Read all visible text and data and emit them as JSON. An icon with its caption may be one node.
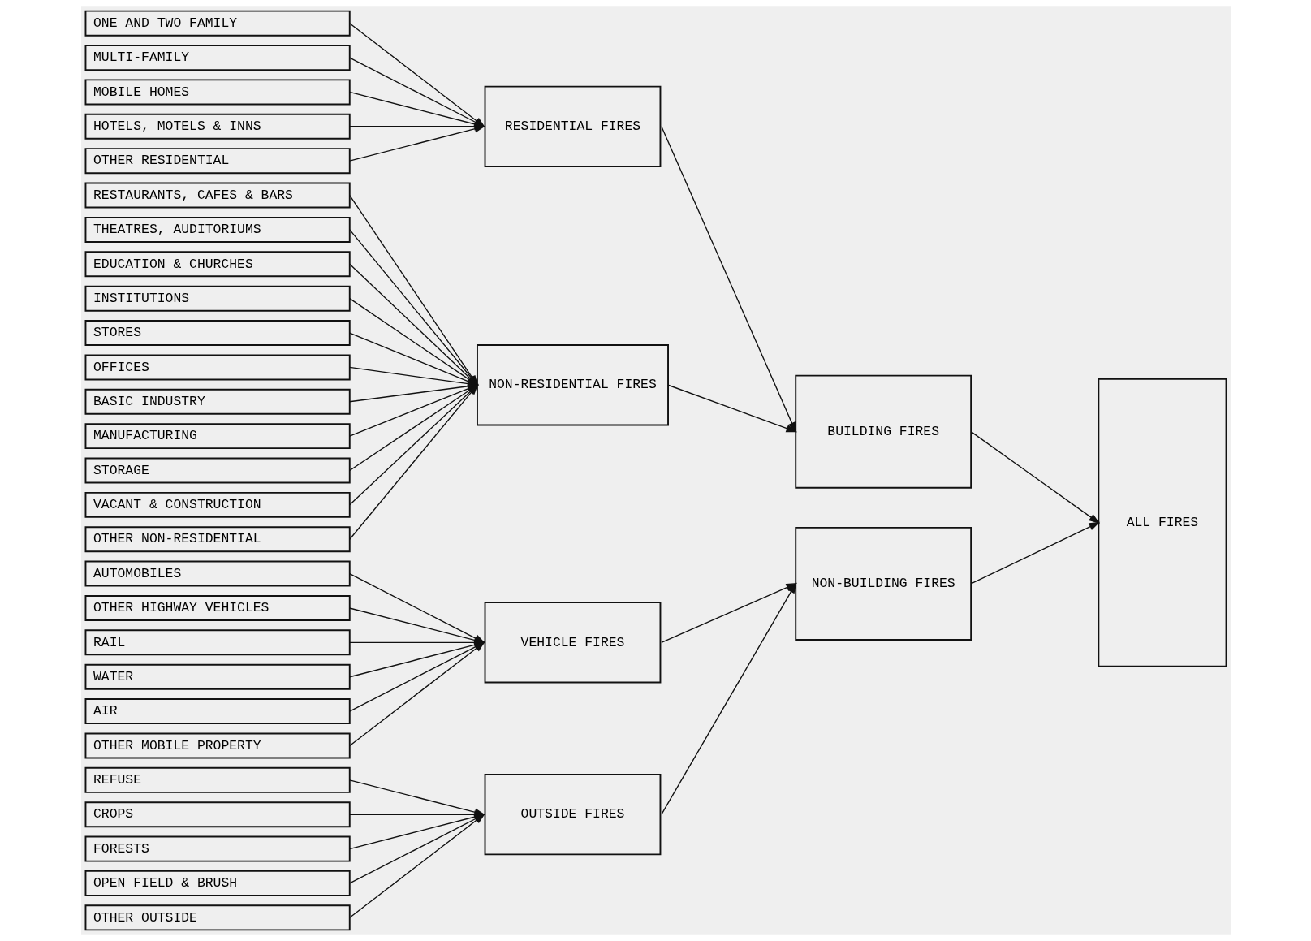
{
  "diagram": {
    "nodes": [
      {
        "text": [
          "ONE AND TWO FAMILY"
        ]
      },
      {
        "text": [
          "MULTI-FAMILY"
        ]
      },
      {
        "text": [
          "MOBILE HOMES"
        ]
      },
      {
        "text": [
          "HOTELS, MOTELS & INNS"
        ]
      },
      {
        "text": [
          "OTHER RESIDENTIAL"
        ]
      },
      {
        "text": [
          "RESTAURANTS, CAFES & BARS"
        ]
      },
      {
        "text": [
          "THEATRES, AUDITORIUMS"
        ]
      },
      {
        "text": [
          "EDUCATION & CHURCHES"
        ]
      },
      {
        "text": [
          "INSTITUTIONS"
        ]
      },
      {
        "text": [
          "STORES"
        ]
      },
      {
        "text": [
          "OFFICES"
        ]
      },
      {
        "text": [
          "BASIC INDUSTRY"
        ]
      },
      {
        "text": [
          "MANUFACTURING"
        ]
      },
      {
        "text": [
          "STORAGE"
        ]
      },
      {
        "text": [
          "VACANT & CONSTRUCTION"
        ]
      },
      {
        "text": [
          "OTHER NON-RESIDENTIAL"
        ]
      },
      {
        "text": [
          "AUTOMOBILES"
        ]
      },
      {
        "text": [
          "OTHER HIGHWAY VEHICLES"
        ]
      },
      {
        "text": [
          "RAIL"
        ]
      },
      {
        "text": [
          "WATER"
        ]
      },
      {
        "text": [
          "AIR"
        ]
      },
      {
        "text": [
          "OTHER MOBILE PROPERTY"
        ]
      },
      {
        "text": [
          "REFUSE"
        ]
      },
      {
        "text": [
          "CROPS"
        ]
      },
      {
        "text": [
          "FORESTS"
        ]
      },
      {
        "text": [
          "OPEN FIELD & BRUSH"
        ]
      },
      {
        "text": [
          "OTHER OUTSIDE"
        ]
      },
      {
        "text": [
          "RESIDENTIAL FIRES"
        ]
      },
      {
        "text": [
          "NON-RESIDENTIAL FIRES"
        ]
      },
      {
        "text": [
          "VEHICLE FIRES"
        ]
      },
      {
        "text": [
          "OUTSIDE FIRES"
        ]
      },
      {
        "text": [
          "BUILDING FIRES"
        ]
      },
      {
        "text": [
          "NON-BUILDING FIRES"
        ]
      },
      {
        "text": [
          "ALL FIRES"
        ]
      }
    ],
    "edges": [
      {
        "from": 0,
        "to": 27,
        "arrow": "to"
      },
      {
        "from": 1,
        "to": 27,
        "arrow": "to"
      },
      {
        "from": 2,
        "to": 27,
        "arrow": "to"
      },
      {
        "from": 3,
        "to": 27,
        "arrow": "to"
      },
      {
        "from": 4,
        "to": 27,
        "arrow": "to"
      },
      {
        "from": 5,
        "to": 28,
        "arrow": "to"
      },
      {
        "from": 6,
        "to": 28,
        "arrow": "to"
      },
      {
        "from": 7,
        "to": 28,
        "arrow": "to"
      },
      {
        "from": 8,
        "to": 28,
        "arrow": "to"
      },
      {
        "from": 9,
        "to": 28,
        "arrow": "to"
      },
      {
        "from": 10,
        "to": 28,
        "arrow": "to"
      },
      {
        "from": 11,
        "to": 28,
        "arrow": "to"
      },
      {
        "from": 12,
        "to": 28,
        "arrow": "to"
      },
      {
        "from": 13,
        "to": 28,
        "arrow": "to"
      },
      {
        "from": 14,
        "to": 28,
        "arrow": "to"
      },
      {
        "from": 15,
        "to": 28,
        "arrow": "to"
      },
      {
        "from": 16,
        "to": 29,
        "arrow": "to"
      },
      {
        "from": 17,
        "to": 29,
        "arrow": "to"
      },
      {
        "from": 18,
        "to": 29,
        "arrow": "to"
      },
      {
        "from": 19,
        "to": 29,
        "arrow": "to"
      },
      {
        "from": 20,
        "to": 29,
        "arrow": "to"
      },
      {
        "from": 21,
        "to": 29,
        "arrow": "to"
      },
      {
        "from": 22,
        "to": 30,
        "arrow": "to"
      },
      {
        "from": 23,
        "to": 30,
        "arrow": "to"
      },
      {
        "from": 24,
        "to": 30,
        "arrow": "to"
      },
      {
        "from": 25,
        "to": 30,
        "arrow": "to"
      },
      {
        "from": 26,
        "to": 30,
        "arrow": "to"
      },
      {
        "from": 27,
        "to": 31,
        "arrow": "to"
      },
      {
        "from": 28,
        "to": 31,
        "arrow": "to"
      },
      {
        "from": 29,
        "to": 32,
        "arrow": "to"
      },
      {
        "from": 30,
        "to": 32,
        "arrow": "to"
      },
      {
        "from": 31,
        "to": 33,
        "arrow": "to"
      },
      {
        "from": 32,
        "to": 33,
        "arrow": "to"
      }
    ]
  }
}
